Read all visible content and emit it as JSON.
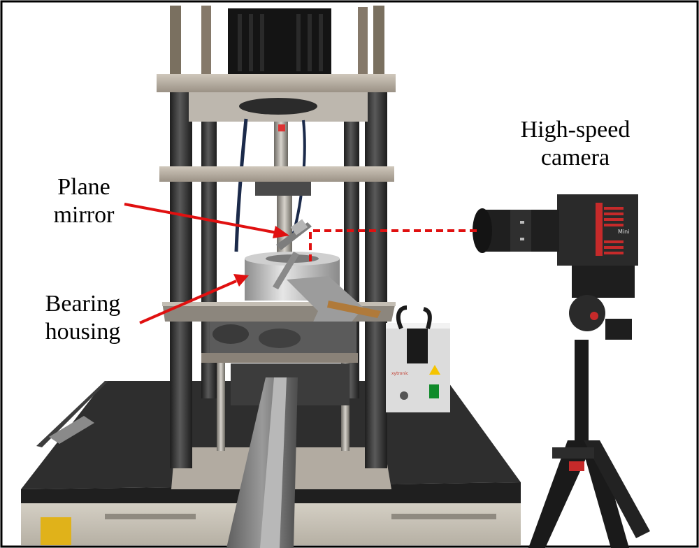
{
  "labels": {
    "camera_line1": "High-speed",
    "camera_line2": "camera",
    "mirror_line1": "Plane",
    "mirror_line2": "mirror",
    "bearing_line1": "Bearing",
    "bearing_line2": "housing"
  },
  "camera_brand": "Mini",
  "controller_brand": "xytronic",
  "colors": {
    "annotation": "#e01010",
    "frame_border": "#000000",
    "table_top": "#2b2b2b",
    "table_body": "#c9c4b8",
    "steel_plate": "#a9a29a",
    "column": "#3a3a3a"
  }
}
